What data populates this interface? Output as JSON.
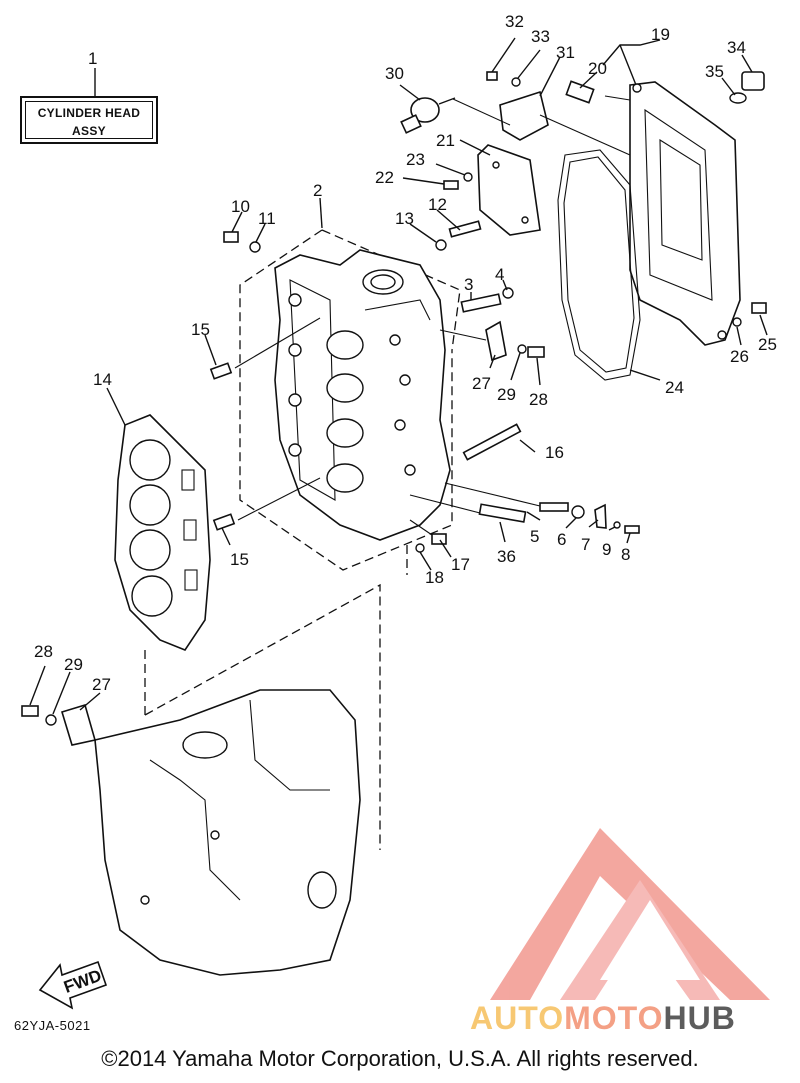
{
  "title_box": {
    "line1": "CYLINDER HEAD",
    "line2": "ASSY"
  },
  "diagram_code": "62YJA-5021",
  "fwd_label": "FWD",
  "watermark": {
    "part1": "AUTO",
    "part2": "MOTO",
    "part3": "HUB",
    "colors": {
      "auto": "#f7c873",
      "moto": "#f4a085",
      "hub": "#5c5c5c",
      "logo": "#f08a80"
    }
  },
  "copyright": "©2014 Yamaha Motor Corporation, U.S.A. All rights reserved.",
  "callouts": {
    "c1": "1",
    "c2": "2",
    "c3": "3",
    "c4": "4",
    "c5": "5",
    "c6": "6",
    "c7": "7",
    "c8": "8",
    "c9": "9",
    "c10": "10",
    "c11": "11",
    "c12": "12",
    "c13": "13",
    "c14": "14",
    "c15a": "15",
    "c15b": "15",
    "c16": "16",
    "c17": "17",
    "c18": "18",
    "c19": "19",
    "c20": "20",
    "c21": "21",
    "c22": "22",
    "c23": "23",
    "c24": "24",
    "c25": "25",
    "c26": "26",
    "c27a": "27",
    "c27b": "27",
    "c28a": "28",
    "c28b": "28",
    "c29a": "29",
    "c29b": "29",
    "c30": "30",
    "c31": "31",
    "c32": "32",
    "c33": "33",
    "c34": "34",
    "c35": "35",
    "c36": "36"
  }
}
